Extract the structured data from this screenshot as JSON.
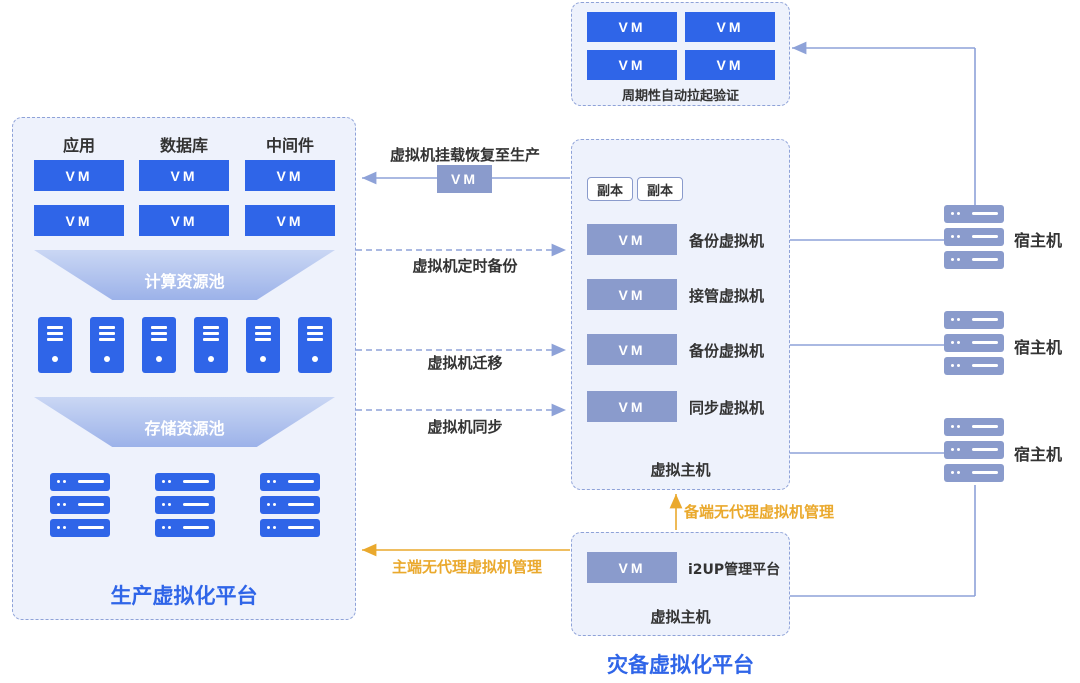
{
  "vm_label": "VM",
  "verify_panel": {
    "caption": "周期性自动拉起验证"
  },
  "production": {
    "title": "生产虚拟化平台",
    "columns": [
      "应用",
      "数据库",
      "中间件"
    ],
    "compute_pool": "计算资源池",
    "storage_pool": "存储资源池"
  },
  "dr_panel": {
    "replicas": [
      "副本",
      "副本"
    ],
    "vm_rows": [
      "备份虚拟机",
      "接管虚拟机",
      "备份虚拟机",
      "同步虚拟机"
    ],
    "host_label": "虚拟主机"
  },
  "mgmt_panel": {
    "platform_label": "i2UP管理平台",
    "host_label": "虚拟主机"
  },
  "dr_title": "灾备虚拟化平台",
  "links": {
    "mount_restore": "虚拟机挂载恢复至生产",
    "scheduled_backup": "虚拟机定时备份",
    "migration": "虚拟机迁移",
    "sync": "虚拟机同步",
    "backup_agentless": "备端无代理虚拟机管理",
    "primary_agentless": "主端无代理虚拟机管理"
  },
  "hosts": [
    "宿主机",
    "宿主机",
    "宿主机"
  ],
  "colors": {
    "accent": "#2f65e8",
    "grey_vm": "#8a9bcc",
    "orange": "#eaa92d",
    "line": "#8ea2d8"
  }
}
